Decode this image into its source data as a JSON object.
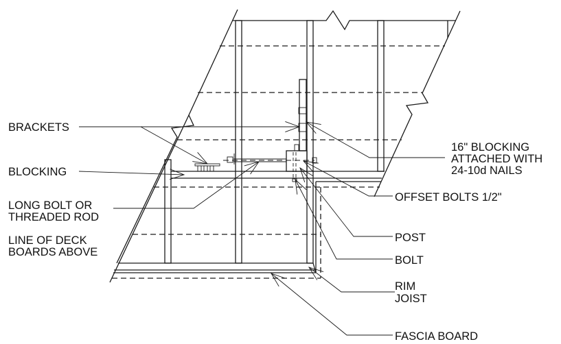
{
  "labels": {
    "brackets": "BRACKETS",
    "blocking": "BLOCKING",
    "long_bolt_1": "LONG BOLT OR",
    "long_bolt_2": "THREADED ROD",
    "deck_line_1": "LINE OF DECK",
    "deck_line_2": "BOARDS ABOVE",
    "blocking16_1": "16\" BLOCKING",
    "blocking16_2": "ATTACHED WITH",
    "blocking16_3": "24-10d NAILS",
    "offset_bolts": "OFFSET BOLTS 1/2\"",
    "post": "POST",
    "bolt": "BOLT",
    "rim_1": "RIM",
    "rim_2": "JOIST",
    "fascia": "FASCIA BOARD"
  }
}
